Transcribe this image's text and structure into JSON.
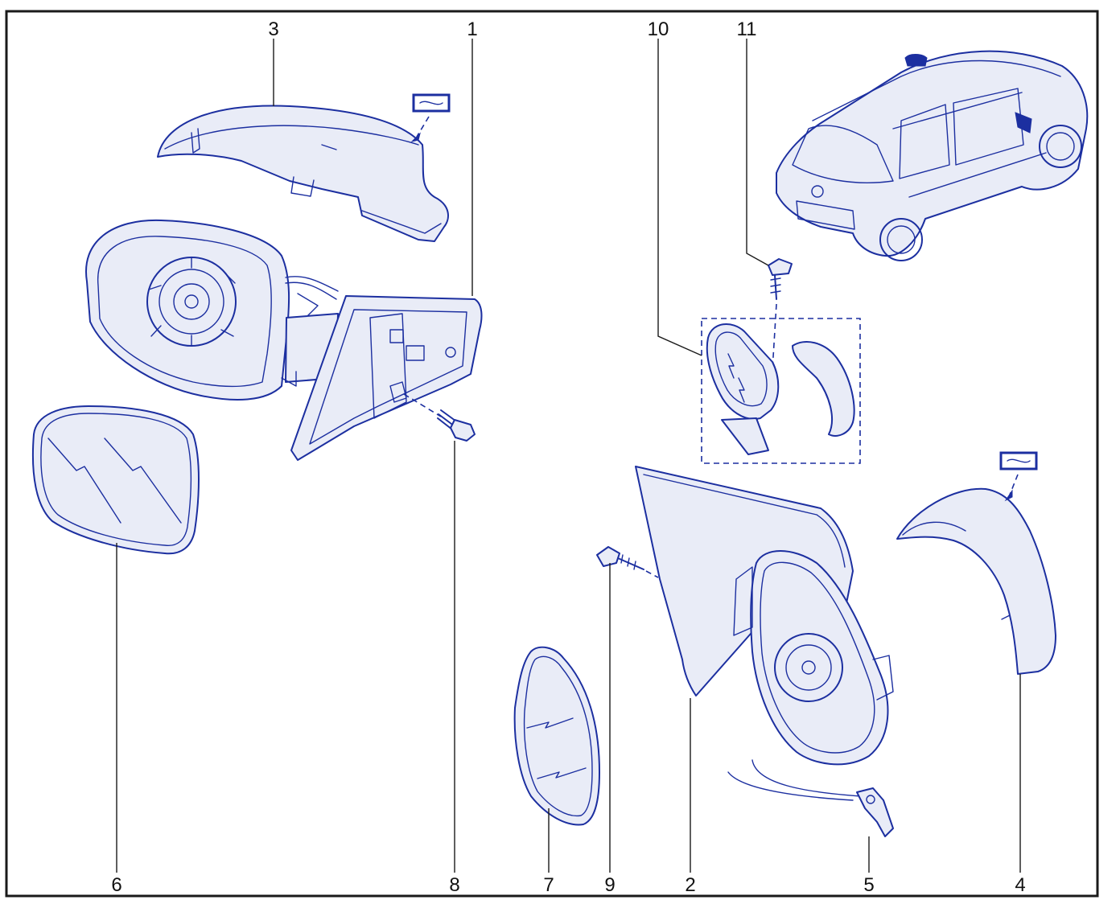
{
  "diagram": {
    "callouts": {
      "c1": "1",
      "c2": "2",
      "c3": "3",
      "c4": "4",
      "c5": "5",
      "c6": "6",
      "c7": "7",
      "c8": "8",
      "c9": "9",
      "c10": "10",
      "c11": "11"
    },
    "colors": {
      "line": "#1c2fa0",
      "frame": "#1a1a1a",
      "background": "#ffffff"
    }
  }
}
